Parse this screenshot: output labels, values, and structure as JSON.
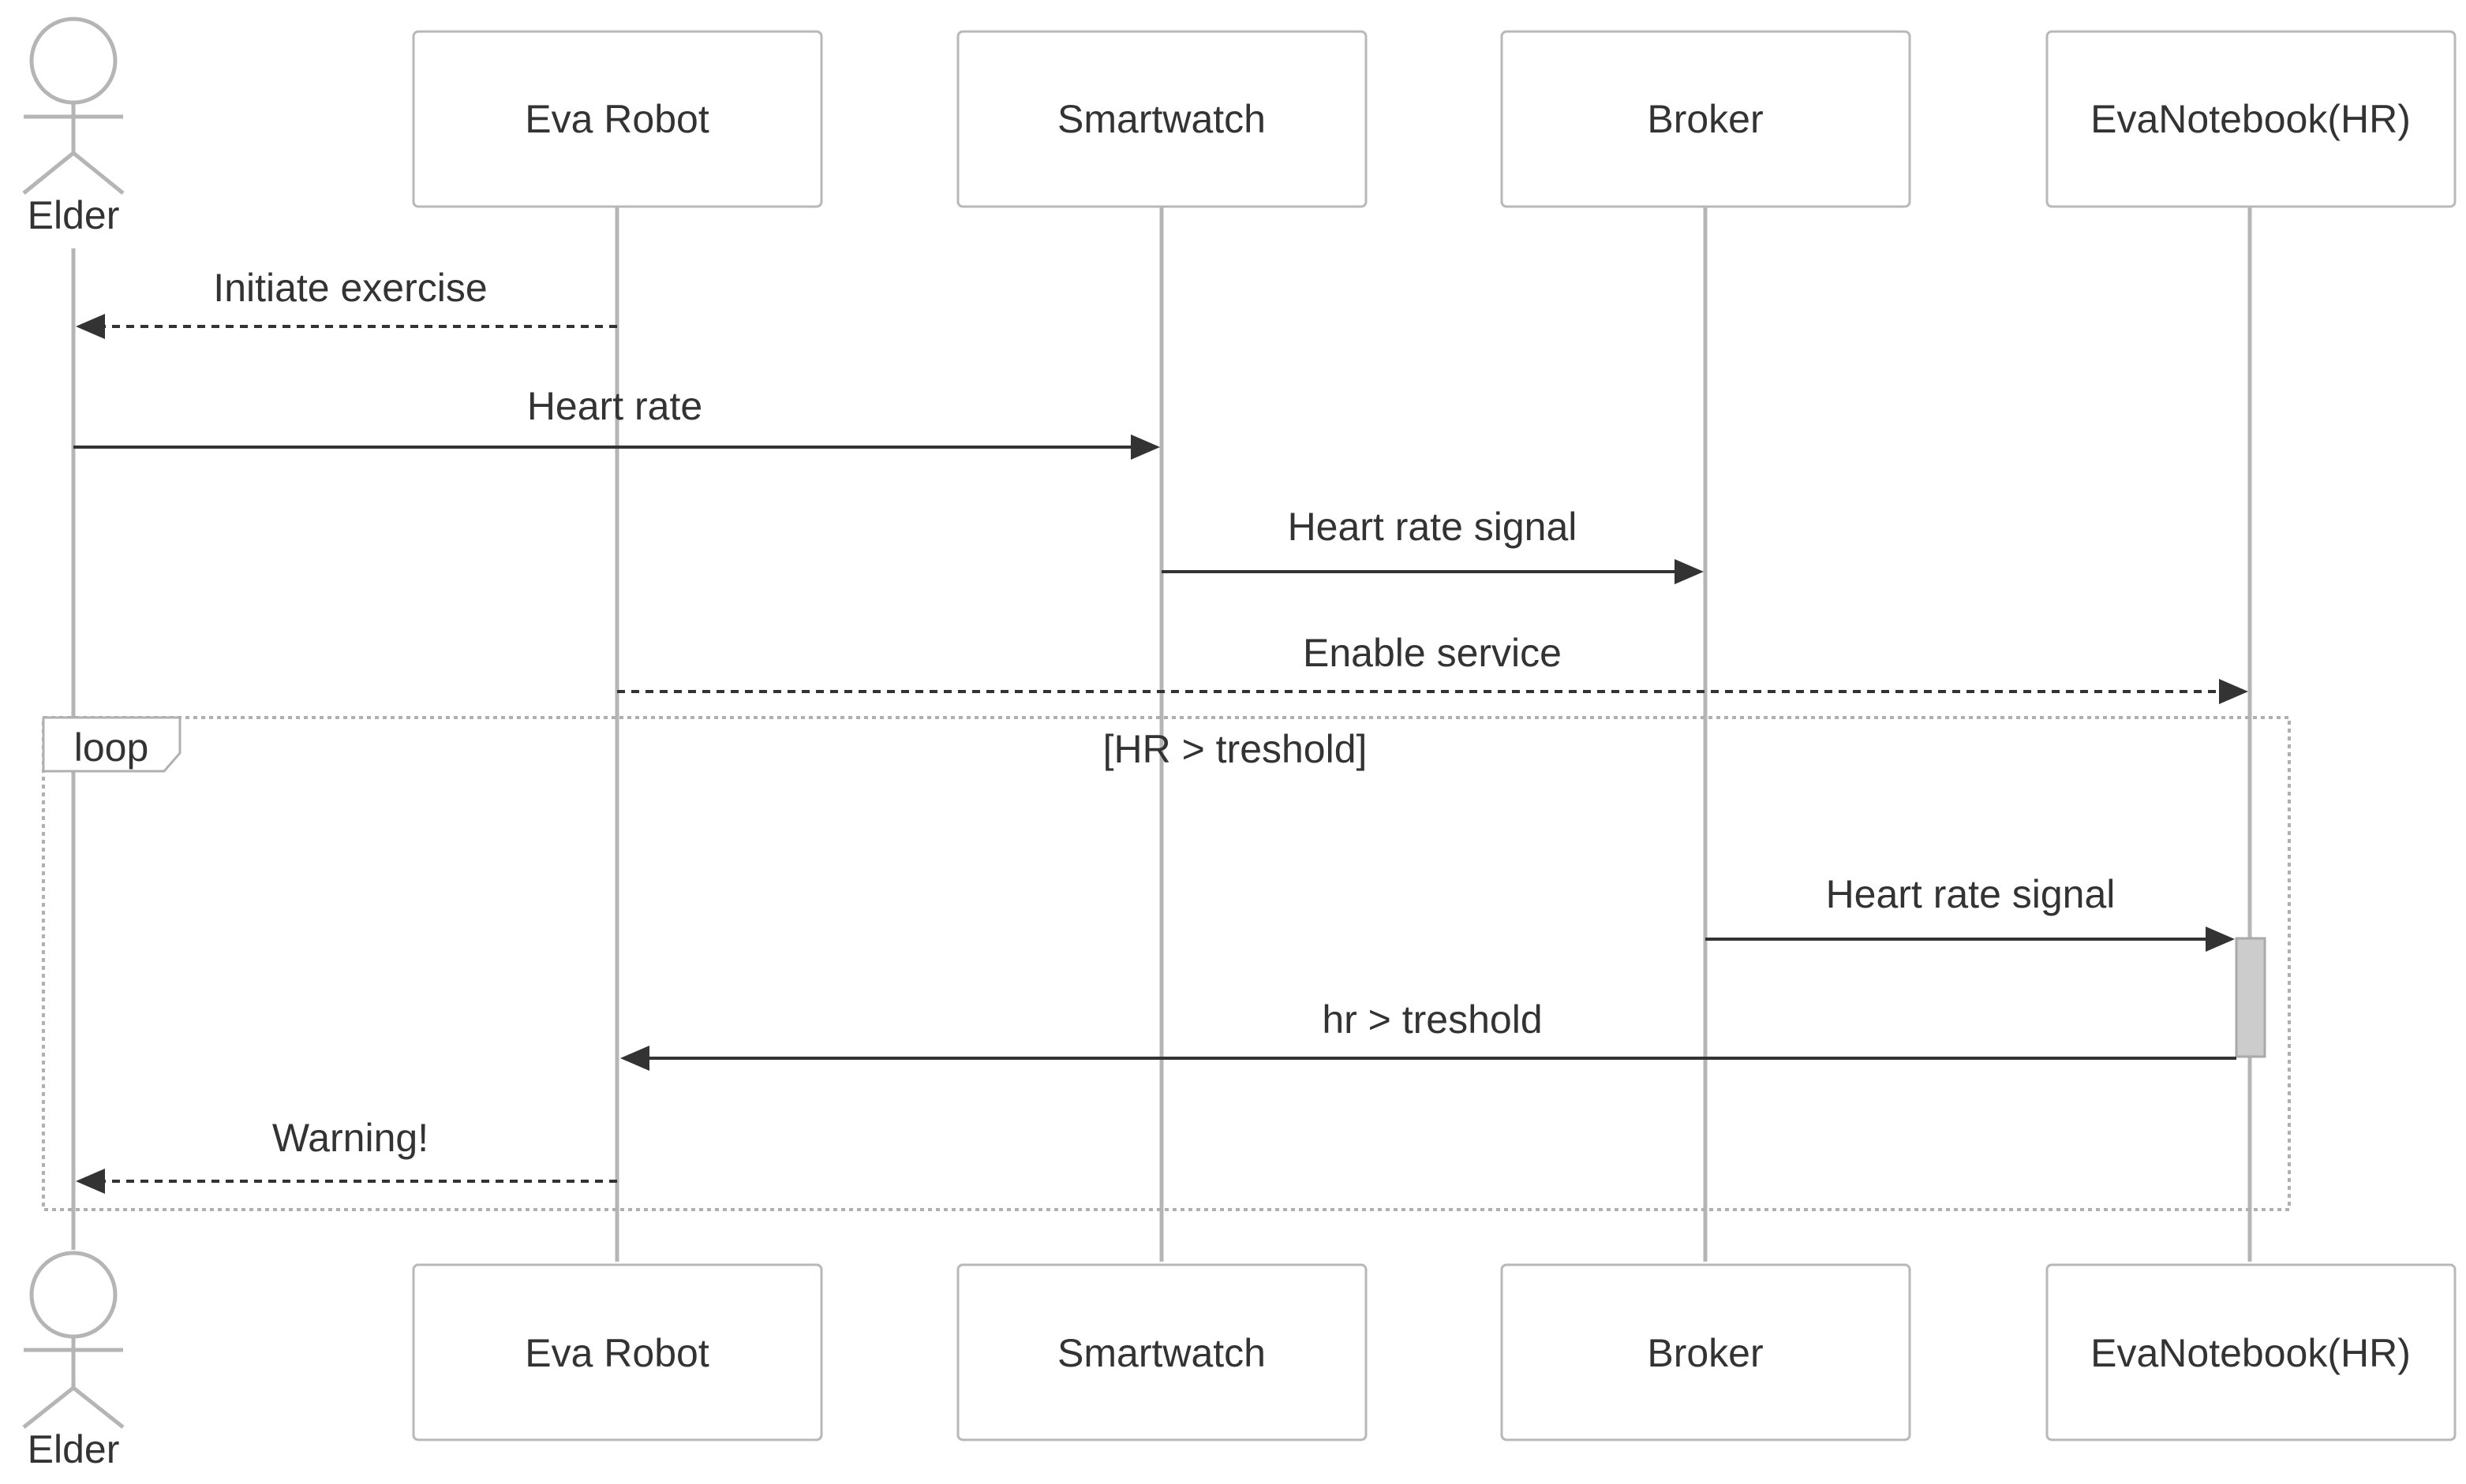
{
  "participants": [
    {
      "id": "elder",
      "label": "Elder",
      "kind": "actor"
    },
    {
      "id": "eva_robot",
      "label": "Eva Robot",
      "kind": "box"
    },
    {
      "id": "smartwatch",
      "label": "Smartwatch",
      "kind": "box"
    },
    {
      "id": "broker",
      "label": "Broker",
      "kind": "box"
    },
    {
      "id": "eva_notebook",
      "label": "EvaNotebook(HR)",
      "kind": "box"
    }
  ],
  "messages": [
    {
      "from": "eva_robot",
      "to": "elder",
      "label": "Initiate exercise",
      "style": "dashed"
    },
    {
      "from": "elder",
      "to": "smartwatch",
      "label": "Heart rate",
      "style": "solid"
    },
    {
      "from": "smartwatch",
      "to": "broker",
      "label": "Heart rate signal",
      "style": "solid"
    },
    {
      "from": "eva_robot",
      "to": "eva_notebook",
      "label": "Enable service",
      "style": "dashed"
    },
    {
      "from": "broker",
      "to": "eva_notebook",
      "label": "Heart rate signal",
      "style": "solid"
    },
    {
      "from": "eva_notebook",
      "to": "eva_robot",
      "label": "hr > treshold",
      "style": "solid"
    },
    {
      "from": "eva_robot",
      "to": "elder",
      "label": "Warning!",
      "style": "dashed"
    }
  ],
  "loop": {
    "label": "loop",
    "condition": "[HR > treshold]"
  },
  "colors": {
    "line": "#b5b5b5",
    "text": "#333333",
    "activation": "#cccccc"
  }
}
